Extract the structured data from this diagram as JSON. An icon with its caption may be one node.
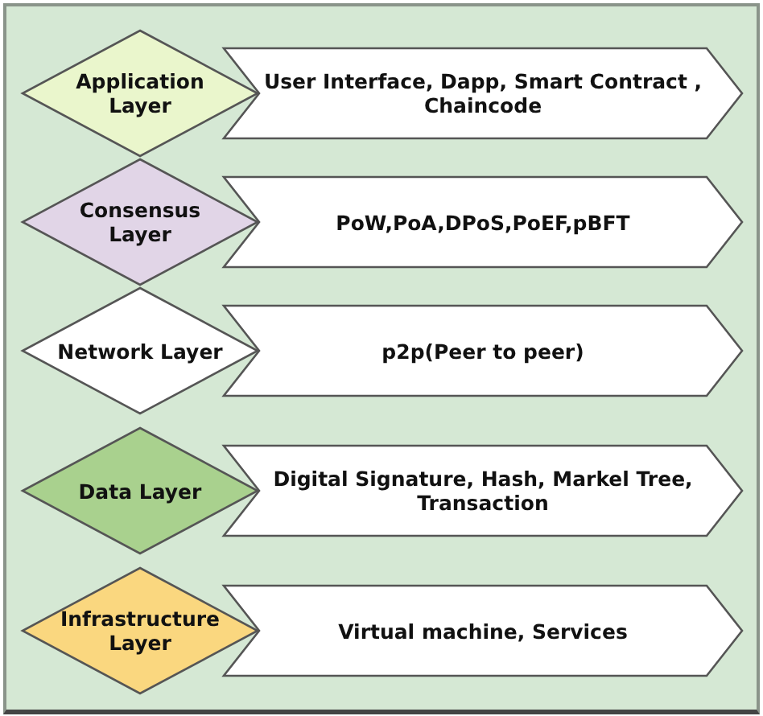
{
  "diagram": {
    "nodes": [
      {
        "text": [
          "Application Layer"
        ]
      },
      {
        "text": [
          "User Interface, Dapp, Smart Contract , Chaincode"
        ]
      },
      {
        "text": [
          "Consensus Layer"
        ]
      },
      {
        "text": [
          "PoW,PoA,DPoS,PoEF,pBFT"
        ]
      },
      {
        "text": [
          "Network Layer"
        ]
      },
      {
        "text": [
          "p2p(Peer to peer)"
        ]
      },
      {
        "text": [
          "Data Layer"
        ]
      },
      {
        "text": [
          "Digital Signature, Hash, Markel Tree, Transaction"
        ]
      },
      {
        "text": [
          "Infrastructure Layer"
        ]
      },
      {
        "text": [
          "Virtual machine, Services"
        ]
      }
    ]
  }
}
